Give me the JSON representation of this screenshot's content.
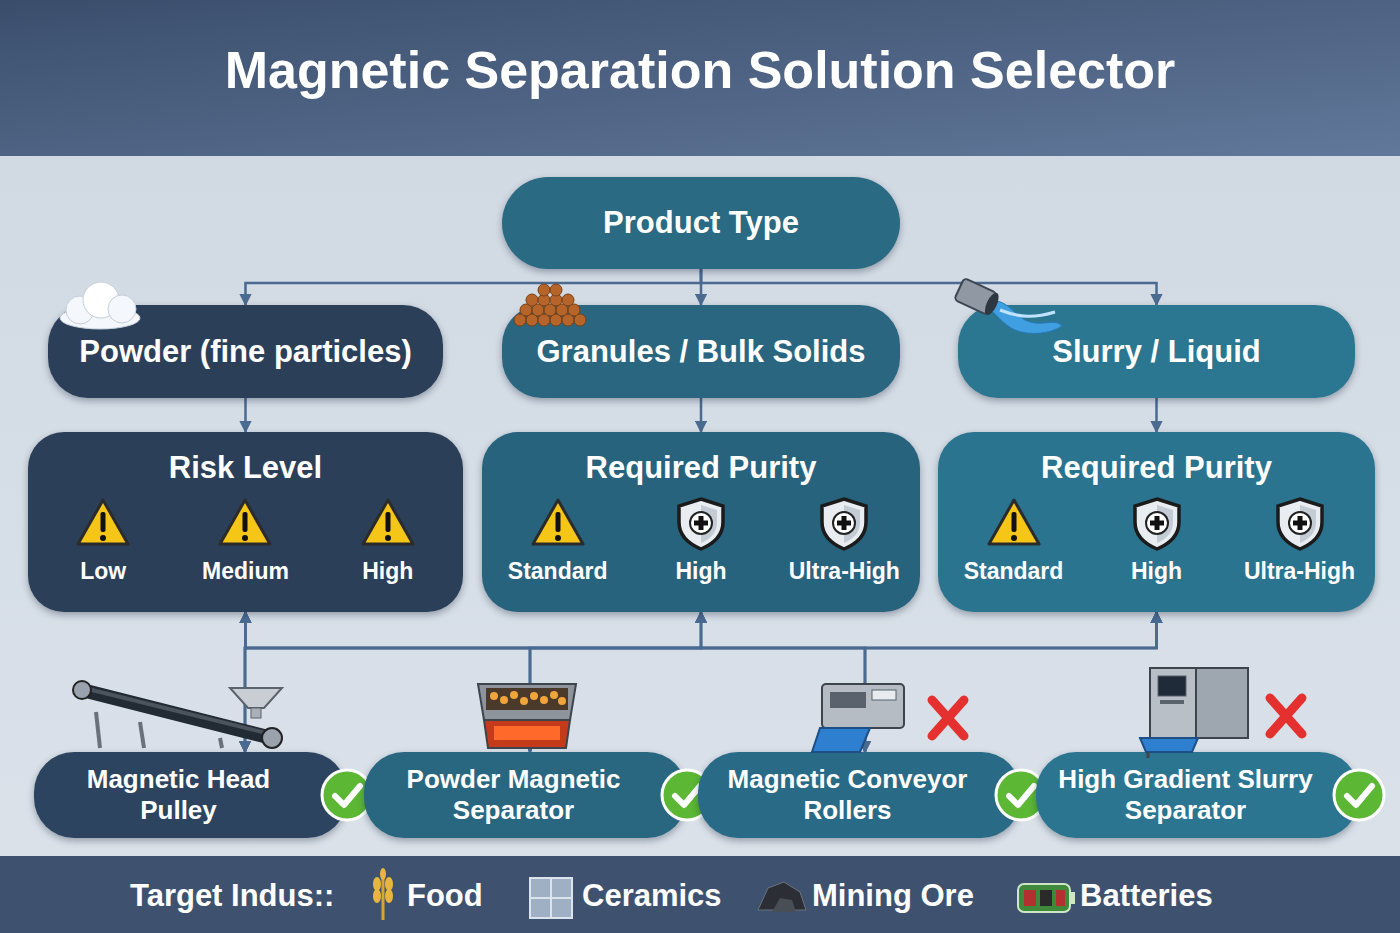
{
  "diagram": {
    "title": "Magnetic Separation Solution Selector",
    "nodes": [
      {
        "text": [
          "Product Type"
        ]
      },
      {
        "text": [
          "Powder (fine particles)"
        ]
      },
      {
        "text": [
          "Granules / Bulk Solids"
        ]
      },
      {
        "text": [
          "Slurry / Liquid"
        ]
      },
      {
        "text": [
          "Risk Level",
          "Low",
          "Medium",
          "High"
        ]
      },
      {
        "text": [
          "Required Purity",
          "Standard",
          "High",
          "Ultra-High"
        ]
      },
      {
        "text": [
          "Required Purity",
          "Standard",
          "High",
          "Ultra-High"
        ]
      },
      {
        "text": [
          "Magnetic Head Pulley"
        ]
      },
      {
        "text": [
          "Powder Magnetic Separator"
        ]
      },
      {
        "text": [
          "Magnetic Conveyor Rollers"
        ]
      },
      {
        "text": [
          "High Gradient Slurry Separator"
        ]
      }
    ],
    "edges": [
      {
        "from": 0,
        "to": 1,
        "arrow": "to"
      },
      {
        "from": 0,
        "to": 2,
        "arrow": "to"
      },
      {
        "from": 0,
        "to": 3,
        "arrow": "to"
      },
      {
        "from": 1,
        "to": 4,
        "arrow": "to"
      },
      {
        "from": 2,
        "to": 5,
        "arrow": "to"
      },
      {
        "from": 3,
        "to": 6,
        "arrow": "to"
      },
      {
        "from": 4,
        "to": 7,
        "arrow": "both"
      },
      {
        "from": 4,
        "to": 8,
        "arrow": "both"
      },
      {
        "from": 4,
        "to": 9,
        "arrow": "both"
      },
      {
        "from": 5,
        "to": 7,
        "arrow": "both"
      },
      {
        "from": 5,
        "to": 8,
        "arrow": "both"
      },
      {
        "from": 5,
        "to": 9,
        "arrow": "both"
      },
      {
        "from": 6,
        "to": 7,
        "arrow": "both"
      },
      {
        "from": 6,
        "to": 8,
        "arrow": "both"
      },
      {
        "from": 6,
        "to": 9,
        "arrow": "both"
      }
    ],
    "labels": [
      "Target Indus::",
      "Food",
      "Ceramics",
      "Mining Ore",
      "Batteries"
    ]
  }
}
